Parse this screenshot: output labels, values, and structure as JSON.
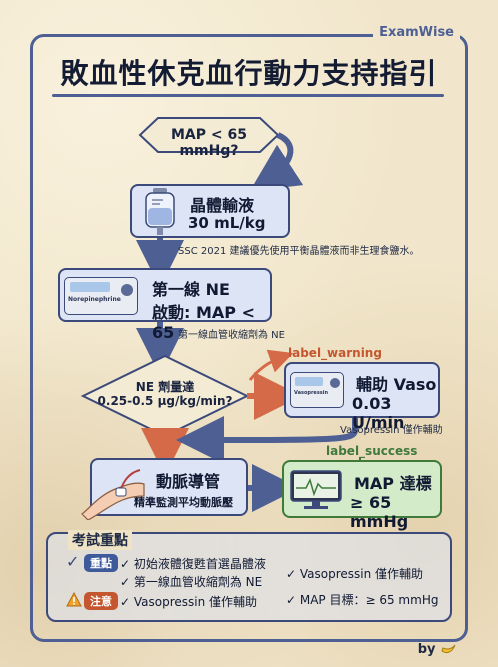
{
  "brand": "ExamWise",
  "title": "敗血性休克血行動力支持指引",
  "nodes": {
    "map_check": "MAP < 65 mmHg?",
    "fluids": {
      "head": "晶體輸液",
      "sub": "30 mL/kg",
      "note": "SSC 2021 建議優先使用平衡晶體液而非生理食鹽水。"
    },
    "ne": {
      "head": "第一線 NE",
      "sub": "啟動: MAP < 65",
      "note": "第一線血管收縮劑為 NE",
      "pump_label": "Norepinephrine"
    },
    "ne_dose_line1": "NE 劑量達",
    "ne_dose_line2": "0.25-0.5 μg/kg/min?",
    "vaso": {
      "head": "輔助 Vaso",
      "sub": "0.03 U/min",
      "note": "Vasopressin 僅作輔助",
      "pump_label": "Vasopressin"
    },
    "aline": {
      "head": "動脈導管",
      "sub": "精準監測平均動脈壓"
    },
    "target": {
      "head": "MAP 達標",
      "sub": "≥ 65 mmHg"
    }
  },
  "labels": {
    "warning": "label_warning",
    "success": "label_success"
  },
  "exam": {
    "title": "考試重點",
    "key_badge": "重點",
    "warn_badge": "注意",
    "left_lines": [
      "✓ 初始液體復甦首選晶體液",
      "✓ 第一線血管收縮劑為 NE",
      "✓ Vasopressin 僅作輔助"
    ],
    "right_lines": [
      "✓ Vasopressin 僅作輔助",
      "✓ MAP 目標：≥ 65 mmHg"
    ]
  },
  "footer": "by",
  "colors": {
    "navy": "#3b4a7a",
    "box_fill": "#dde4f5",
    "success_fill": "#d4ebc9",
    "success_border": "#3f7a3a",
    "warning": "#c4572f",
    "diamond_fill": "#f3ebd3"
  },
  "icons": [
    "iv-bag-icon",
    "infusion-pump-icon",
    "arm-catheter-icon",
    "monitor-icon",
    "check-icon",
    "warning-icon",
    "banana-icon"
  ]
}
